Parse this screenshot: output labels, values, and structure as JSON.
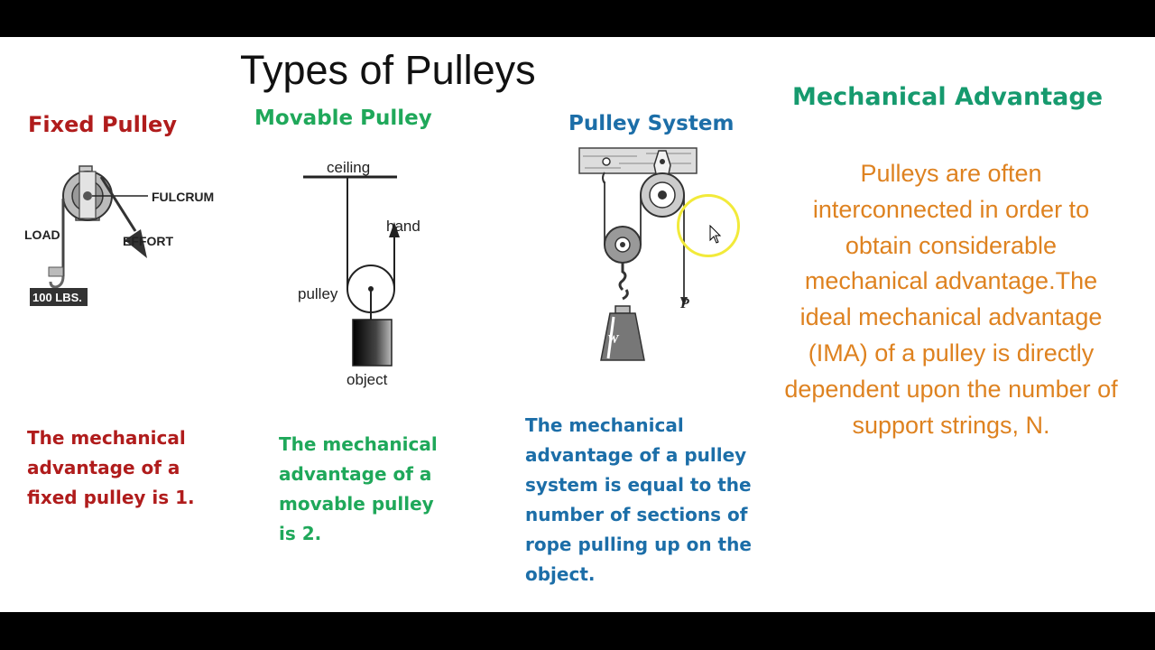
{
  "title": "Types of Pulleys",
  "fixed": {
    "heading": "Fixed Pulley",
    "labels": {
      "fulcrum": "FULCRUM",
      "load": "LOAD",
      "effort": "EFFORT",
      "weight": "100 LBS."
    },
    "description": "The mechanical\nadvantage of a\nfixed pulley is 1."
  },
  "movable": {
    "heading": "Movable Pulley",
    "labels": {
      "ceiling": "ceiling",
      "hand": "hand",
      "pulley": "pulley",
      "object": "object"
    },
    "description": "The mechanical\nadvantage of a\nmovable pulley\nis 2."
  },
  "system": {
    "heading": "Pulley System",
    "labels": {
      "p": "P",
      "w": "W"
    },
    "description": "The mechanical\nadvantage of a pulley\nsystem is equal to the\nnumber of sections of\nrope pulling up on the\nobject."
  },
  "ma": {
    "heading": "Mechanical Advantage",
    "text": "Pulleys are often interconnected in order to obtain considerable mechanical advantage.The ideal mechanical advantage (IMA) of a pulley is directly dependent upon the number of support strings, N."
  },
  "colors": {
    "red": "#b01c1c",
    "green": "#1fa85a",
    "blue": "#1c6ea8",
    "teal": "#169a6e",
    "orange": "#de8220",
    "cursor_highlight": "#f2ea3a"
  }
}
